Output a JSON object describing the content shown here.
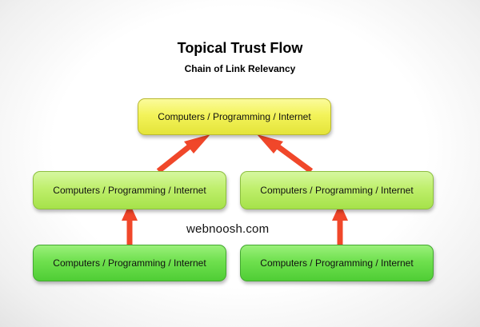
{
  "diagram": {
    "title": "Topical Trust Flow",
    "subtitle": "Chain of Link Relevancy",
    "watermark": "webnoosh.com",
    "nodes": {
      "top": "Computers / Programming / Internet",
      "mid_left": "Computers / Programming / Internet",
      "mid_right": "Computers / Programming / Internet",
      "bottom_left": "Computers / Programming / Internet",
      "bottom_right": "Computers / Programming / Internet"
    },
    "colors": {
      "arrow": "#f0472a",
      "top_node": "#f3f35a",
      "mid_nodes": "#bfef6c",
      "bottom_nodes": "#6fe04e"
    }
  }
}
